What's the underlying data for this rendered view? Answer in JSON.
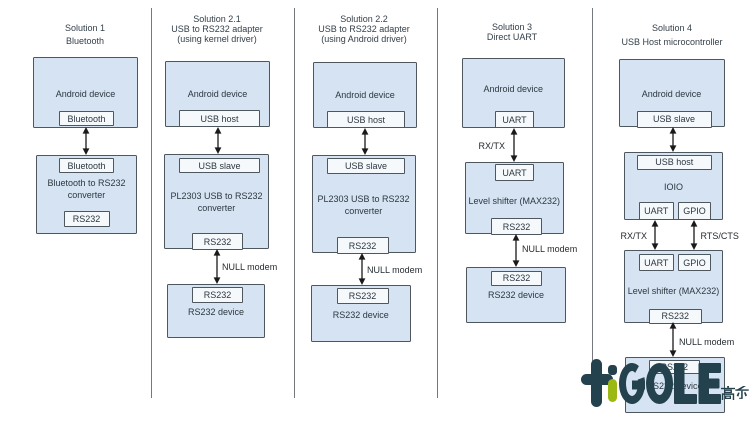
{
  "colors": {
    "box_fill": "#d5e3f2",
    "box_border": "#4e565e",
    "port_fill": "#f5f9fc",
    "divider_gray": "#73787c",
    "arrow_black": "#1a1a1a",
    "brand_dark": "#24424d",
    "brand_green": "#9cb813"
  },
  "columns": [
    {
      "title_lines": [
        "Solution 1",
        "Bluetooth"
      ],
      "android_box": {
        "label": "Android device",
        "port": "Bluetooth"
      },
      "middle_box": {
        "top_port": "Bluetooth",
        "label_lines": [
          "Bluetooth to RS232",
          "converter"
        ],
        "bottom_port": "RS232"
      }
    },
    {
      "title_lines": [
        "Solution 2.1",
        "USB to RS232 adapter",
        "(using kernel driver)"
      ],
      "android_box": {
        "label": "Android device",
        "port": "USB host"
      },
      "middle_box": {
        "top_port": "USB slave",
        "label_lines": [
          "PL2303 USB to RS232",
          "converter"
        ],
        "bottom_port": "RS232"
      },
      "link2_label": "NULL modem",
      "device_box": {
        "top_port": "RS232",
        "label": "RS232 device"
      }
    },
    {
      "title_lines": [
        "Solution 2.2",
        "USB to RS232 adapter",
        "(using Android driver)"
      ],
      "android_box": {
        "label": "Android device",
        "port": "USB host"
      },
      "middle_box": {
        "top_port": "USB slave",
        "label_lines": [
          "PL2303 USB to RS232",
          "converter"
        ],
        "bottom_port": "RS232"
      },
      "link2_label": "NULL modem",
      "device_box": {
        "top_port": "RS232",
        "label": "RS232 device"
      }
    },
    {
      "title_lines": [
        "Solution 3",
        "Direct UART"
      ],
      "android_box": {
        "label": "Android device",
        "port": "UART"
      },
      "link1_label": "RX/TX",
      "middle_box": {
        "top_port": "UART",
        "label": "Level shifter (MAX232)",
        "bottom_port": "RS232"
      },
      "link2_label": "NULL modem",
      "device_box": {
        "top_port": "RS232",
        "label": "RS232 device"
      }
    },
    {
      "title_lines": [
        "Solution 4",
        "USB Host microcontroller"
      ],
      "android_box": {
        "label": "Android device",
        "port": "USB slave"
      },
      "ioio_box": {
        "top_port": "USB host",
        "label": "IOIO",
        "uart_port": "UART",
        "gpio_port": "GPIO"
      },
      "link_uart_label": "RX/TX",
      "link_gpio_label": "RTS/CTS",
      "shifter_box": {
        "uart_port": "UART",
        "gpio_port": "GPIO",
        "label": "Level shifter (MAX232)",
        "bottom_port": "RS232"
      },
      "link2_label": "NULL modem",
      "device_box": {
        "top_port": "RS232",
        "label": "RS232 device"
      }
    }
  ],
  "watermark": {
    "brand": "HiGOLE",
    "wordmark": "GOLE",
    "cn": "高乐"
  }
}
